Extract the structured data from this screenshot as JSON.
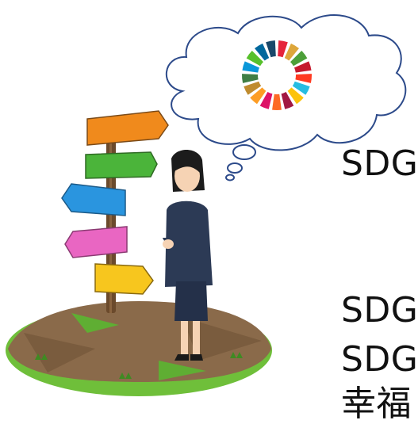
{
  "text": {
    "line1": "SDG",
    "line2": "SDG",
    "line3": "SDG",
    "line4": "幸福"
  },
  "illustration": {
    "icons": [
      "thought-bubble-icon",
      "sdgs-wheel-icon",
      "signpost-icon",
      "woman-figure-icon",
      "ground-island-icon"
    ],
    "sign_colors": [
      "#f08a1c",
      "#4bb43a",
      "#2a95df",
      "#e966c2",
      "#f7c61e"
    ],
    "sdg_colors": [
      "#e5243b",
      "#dda63a",
      "#4c9f38",
      "#c5192d",
      "#ff3a21",
      "#26bde2",
      "#fcc30b",
      "#a21942",
      "#fd6925",
      "#dd1367",
      "#fd9d24",
      "#bf8b2e",
      "#3f7e44",
      "#0a97d9",
      "#56c02b",
      "#00689d",
      "#19486a"
    ]
  }
}
